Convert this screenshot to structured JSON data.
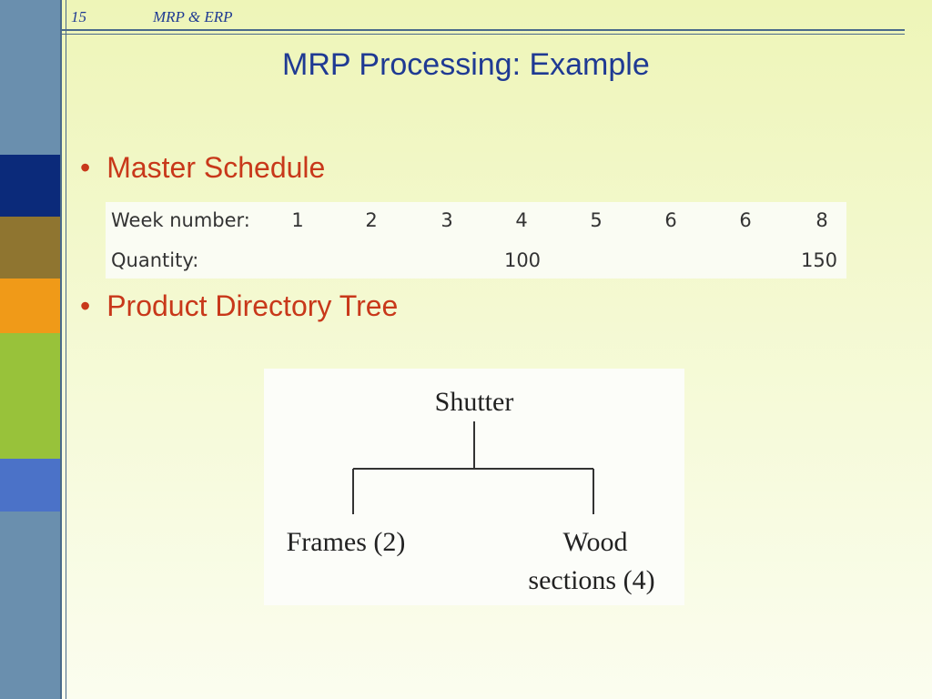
{
  "header": {
    "slide_number": "15",
    "deck_title": "MRP & ERP"
  },
  "slide": {
    "title": "MRP Processing: Example"
  },
  "bullets": [
    {
      "text": "Master Schedule"
    },
    {
      "text": "Product Directory Tree"
    }
  ],
  "schedule": {
    "week_label": "Week number:",
    "quantity_label": "Quantity:",
    "weeks": [
      "1",
      "2",
      "3",
      "4",
      "5",
      "6",
      "6",
      "8"
    ],
    "quantities": [
      "",
      "",
      "",
      "100",
      "",
      "",
      "",
      "150"
    ]
  },
  "tree": {
    "root": "Shutter",
    "children": [
      {
        "line1": "Frames (2)",
        "line2": ""
      },
      {
        "line1": "Wood",
        "line2": "sections (4)"
      }
    ]
  },
  "colors": {
    "title": "#1f3a93",
    "bullet": "#c8381a",
    "sidebar_blocks": [
      "#0b2a7a",
      "#8f7530",
      "#f09a18",
      "#98c23a",
      "#4b72c8"
    ]
  }
}
